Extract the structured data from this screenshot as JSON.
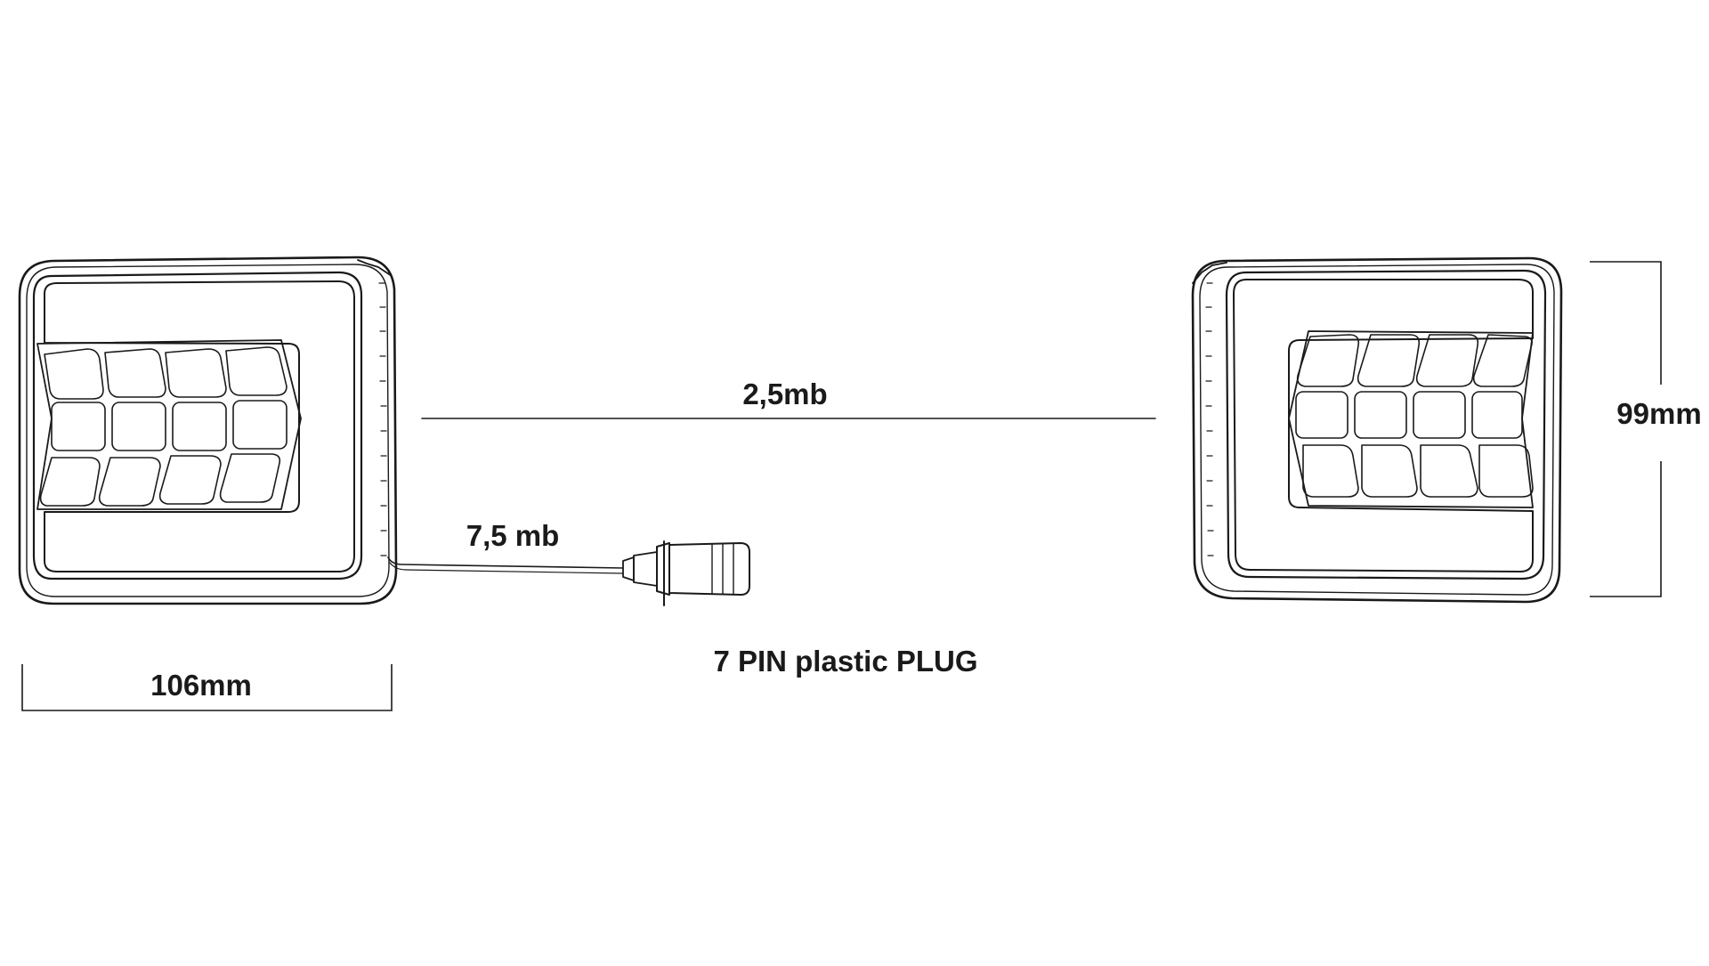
{
  "labels": {
    "cable_between_lamps": "2,5mb",
    "cable_to_plug": "7,5 mb",
    "plug": "7 PIN plastic PLUG",
    "width": "106mm",
    "height": "99mm"
  },
  "colors": {
    "line": "#1a1a1a",
    "background": "#ffffff"
  }
}
